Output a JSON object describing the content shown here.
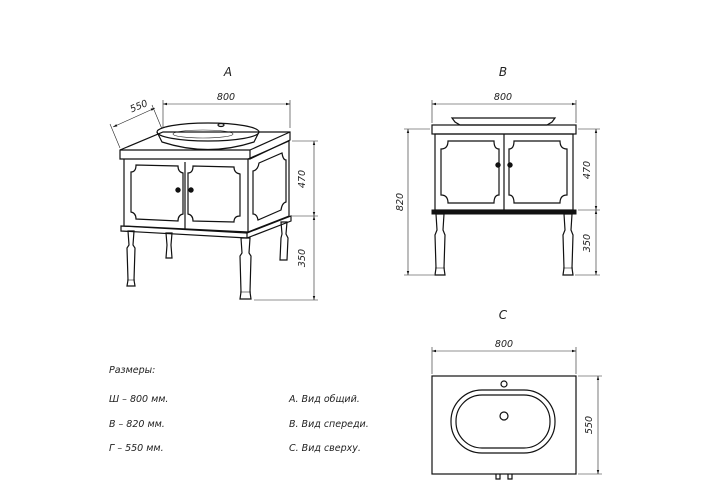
{
  "views": {
    "a": {
      "letter": "A",
      "width": "800",
      "depth": "550",
      "body_height": "470",
      "leg_height": "350"
    },
    "b": {
      "letter": "B",
      "width": "800",
      "total_height": "820",
      "body_height": "470",
      "leg_height": "350"
    },
    "c": {
      "letter": "C",
      "width": "800",
      "depth": "550"
    }
  },
  "legend": {
    "title": "Размеры:",
    "sizes": [
      "Ш – 800 мм.",
      "В – 820 мм.",
      "Г – 550 мм."
    ],
    "view_names": [
      "А. Вид общий.",
      "В. Вид спереди.",
      "С. Вид сверху."
    ]
  },
  "colors": {
    "line": "#111111",
    "background": "#ffffff"
  }
}
